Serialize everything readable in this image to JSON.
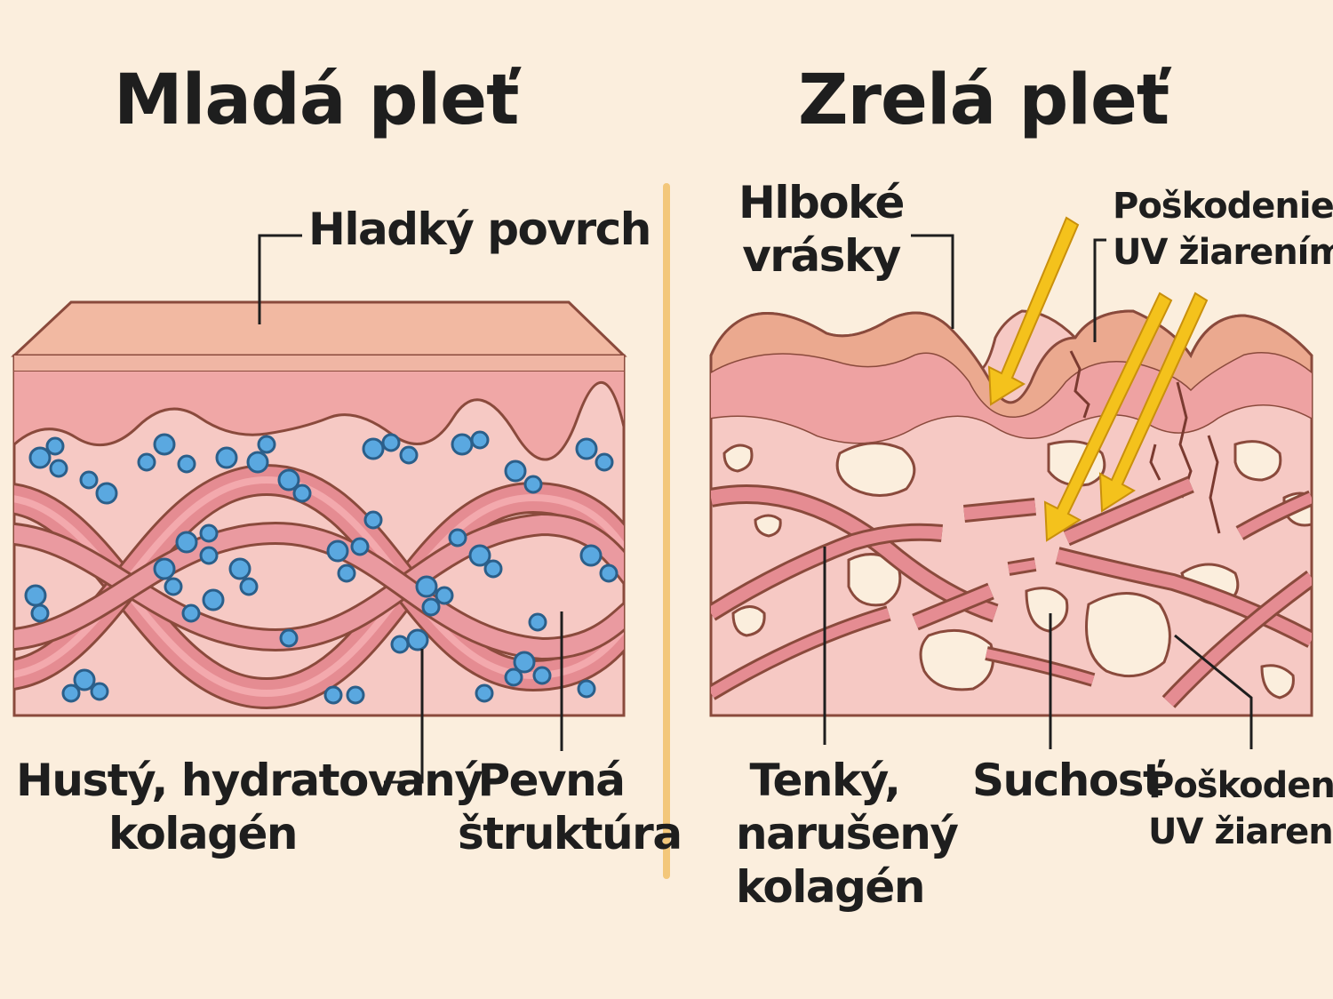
{
  "left": {
    "title": "Mladá pleť",
    "labels": {
      "surface": "Hladký povrch",
      "collagen": [
        "Hustý, hydratovaný",
        "kolagén"
      ],
      "structure": [
        "Pevná",
        "štruktúra"
      ]
    }
  },
  "right": {
    "title": "Zrelá pleť",
    "labels": {
      "wrinkles": [
        "Hlboké",
        "vrásky"
      ],
      "uv_top": [
        "Poškodenie",
        "UV žiarením"
      ],
      "collagen": [
        "Tenký,",
        "narušený",
        "kolagén"
      ],
      "dryness": "Suchosť",
      "uv_bottom": [
        "Poškodenie",
        "UV žiarením"
      ]
    }
  },
  "colors": {
    "background": "#fbeedd",
    "epidermis": "#f2b9a2",
    "dermis": "#f6c9c4",
    "collagen": "#e58c92",
    "water": "#5aa8e0",
    "uv_arrow": "#f4c21c",
    "divider": "#f3c77a"
  }
}
